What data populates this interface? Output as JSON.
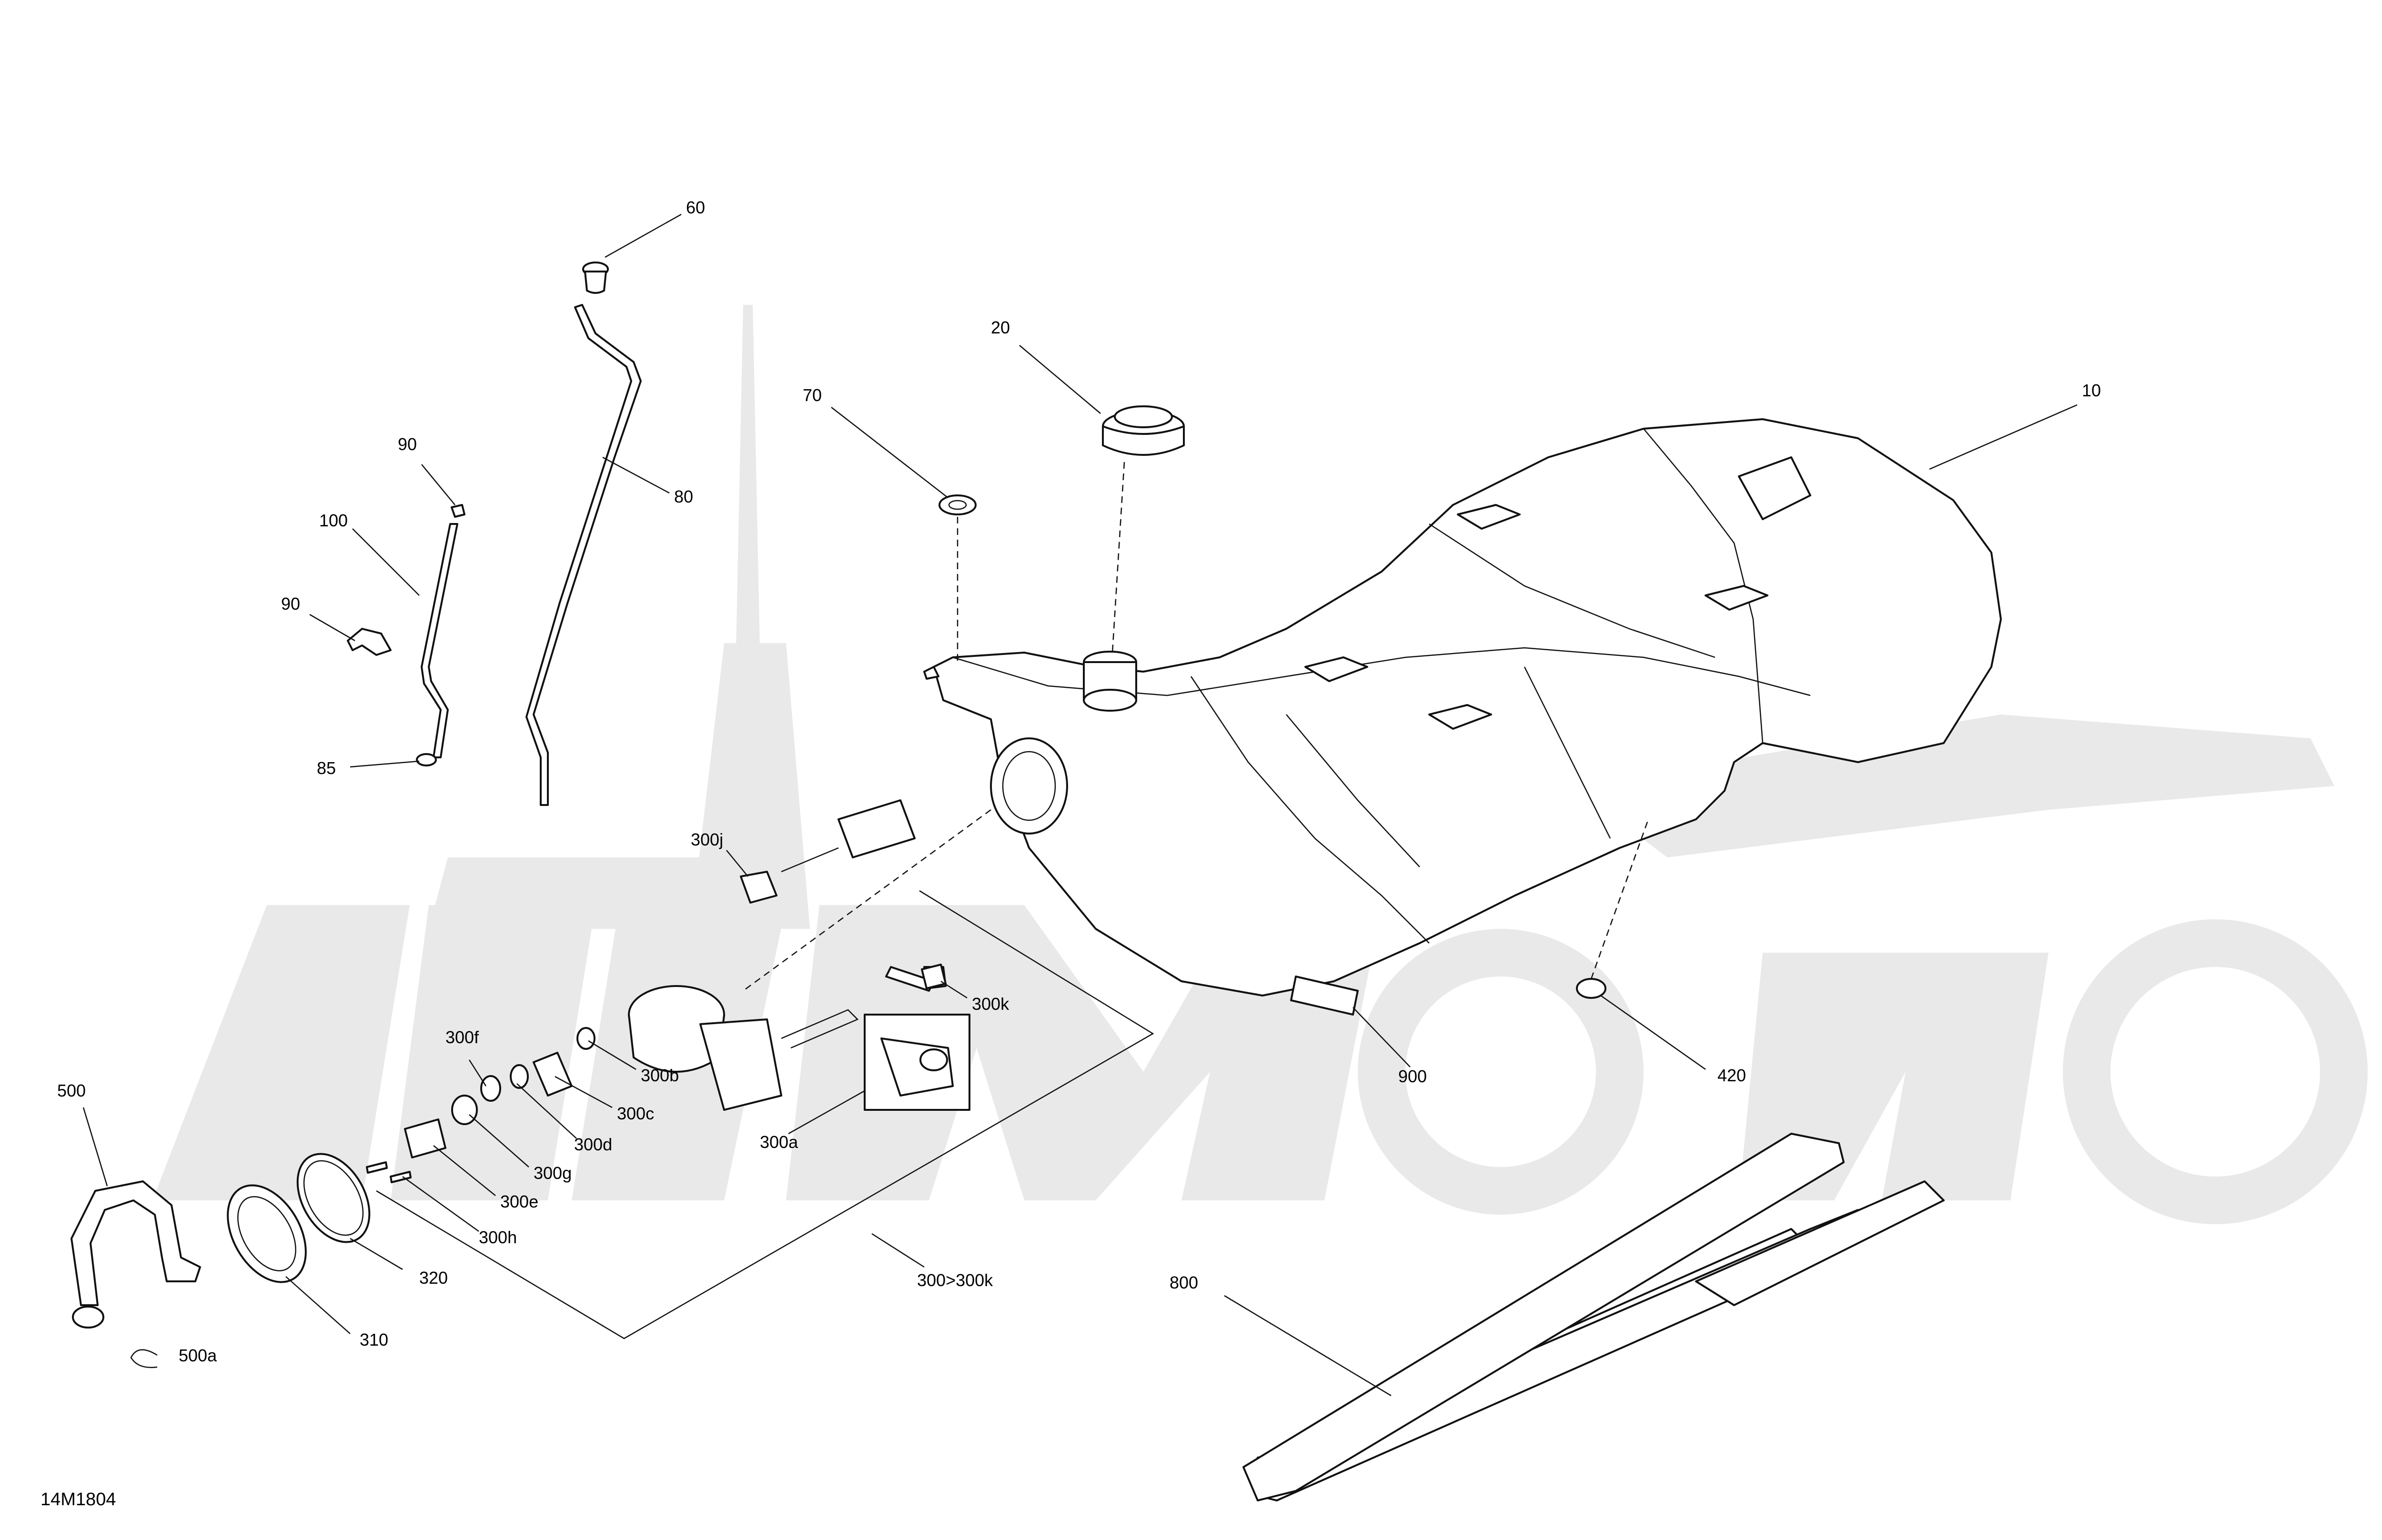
{
  "diagram_code": "14M1804",
  "callouts": [
    {
      "id": "c10",
      "label": "10"
    },
    {
      "id": "c20",
      "label": "20"
    },
    {
      "id": "c60",
      "label": "60"
    },
    {
      "id": "c70",
      "label": "70"
    },
    {
      "id": "c80",
      "label": "80"
    },
    {
      "id": "c85",
      "label": "85"
    },
    {
      "id": "c90a",
      "label": "90"
    },
    {
      "id": "c90b",
      "label": "90"
    },
    {
      "id": "c100",
      "label": "100"
    },
    {
      "id": "c300j",
      "label": "300j"
    },
    {
      "id": "c300k",
      "label": "300k"
    },
    {
      "id": "c300f",
      "label": "300f"
    },
    {
      "id": "c300b",
      "label": "300b"
    },
    {
      "id": "c300c",
      "label": "300c"
    },
    {
      "id": "c300d",
      "label": "300d"
    },
    {
      "id": "c300g",
      "label": "300g"
    },
    {
      "id": "c300e",
      "label": "300e"
    },
    {
      "id": "c300h",
      "label": "300h"
    },
    {
      "id": "c300a",
      "label": "300a"
    },
    {
      "id": "c300group",
      "label": "300>300k"
    },
    {
      "id": "c310",
      "label": "310"
    },
    {
      "id": "c320",
      "label": "320"
    },
    {
      "id": "c420",
      "label": "420"
    },
    {
      "id": "c500",
      "label": "500"
    },
    {
      "id": "c500a",
      "label": "500a"
    },
    {
      "id": "c800",
      "label": "800"
    },
    {
      "id": "c900",
      "label": "900"
    }
  ]
}
